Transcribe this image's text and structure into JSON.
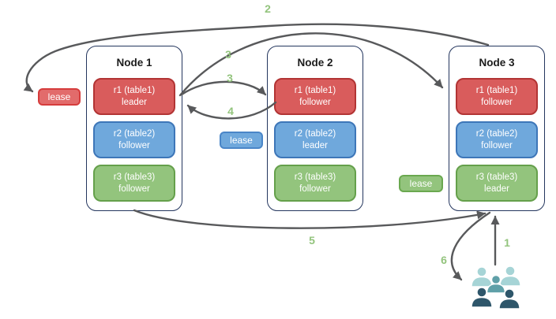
{
  "diagram": {
    "nodes": [
      {
        "title": "Node 1",
        "replicas": [
          {
            "name": "r1 (table1)",
            "role": "leader",
            "color_name": "red"
          },
          {
            "name": "r2 (table2)",
            "role": "follower",
            "color_name": "blue"
          },
          {
            "name": "r3 (table3)",
            "role": "follower",
            "color_name": "green"
          }
        ]
      },
      {
        "title": "Node 2",
        "replicas": [
          {
            "name": "r1 (table1)",
            "role": "follower",
            "color_name": "red"
          },
          {
            "name": "r2 (table2)",
            "role": "leader",
            "color_name": "blue"
          },
          {
            "name": "r3 (table3)",
            "role": "follower",
            "color_name": "green"
          }
        ]
      },
      {
        "title": "Node 3",
        "replicas": [
          {
            "name": "r1 (table1)",
            "role": "follower",
            "color_name": "red"
          },
          {
            "name": "r2 (table2)",
            "role": "follower",
            "color_name": "blue"
          },
          {
            "name": "r3 (table3)",
            "role": "leader",
            "color_name": "green"
          }
        ]
      }
    ],
    "leases": [
      {
        "label": "lease",
        "color_name": "red"
      },
      {
        "label": "lease",
        "color_name": "blue"
      },
      {
        "label": "lease",
        "color_name": "green"
      }
    ],
    "arrow_labels": {
      "step1": "1",
      "step2": "2",
      "step3a": "3",
      "step3b": "3",
      "step4": "4",
      "step5": "5",
      "step6": "6"
    },
    "icons": {
      "clients": "users-group-icon"
    },
    "colors": {
      "red_fill": "#d95c5c",
      "red_border": "#b23434",
      "blue_fill": "#6fa8dc",
      "blue_border": "#3d76b8",
      "green_fill": "#93c47d",
      "green_border": "#65a04b",
      "lease_red_fill": "#e26b6b",
      "lease_red_border": "#d63c3c",
      "lease_blue_fill": "#6fa8dc",
      "lease_blue_border": "#4a86c8",
      "lease_green_fill": "#93c47d",
      "lease_green_border": "#6aa84f",
      "node_border": "#24365e",
      "arrow": "#58595b",
      "step_number": "#93c47d",
      "people_light": "#a6d4d6",
      "people_mid": "#5fa0a8",
      "people_dark": "#2e566a"
    }
  }
}
